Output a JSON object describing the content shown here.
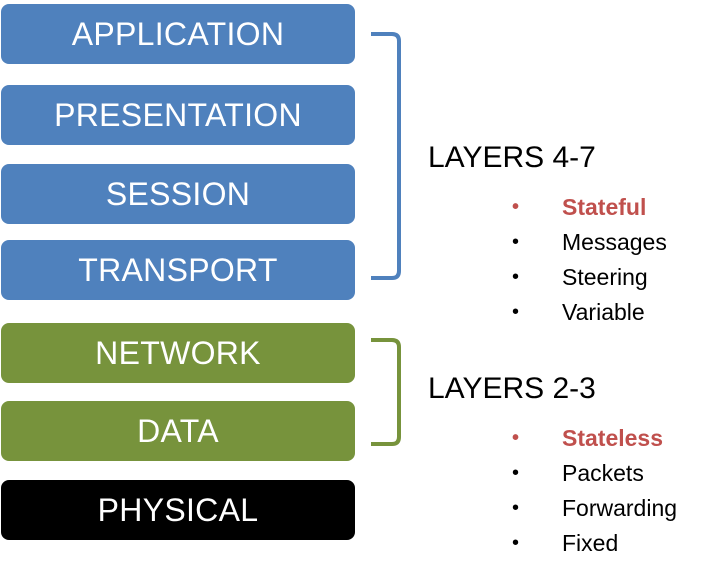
{
  "layers": [
    {
      "label": "APPLICATION",
      "color": "#4f81bd"
    },
    {
      "label": "PRESENTATION",
      "color": "#4f81bd"
    },
    {
      "label": "SESSION",
      "color": "#4f81bd"
    },
    {
      "label": "TRANSPORT",
      "color": "#4f81bd"
    },
    {
      "label": "NETWORK",
      "color": "#77933c"
    },
    {
      "label": "DATA",
      "color": "#77933c"
    },
    {
      "label": "PHYSICAL",
      "color": "#000000"
    }
  ],
  "groups": [
    {
      "heading": "LAYERS 4-7",
      "bracket_color": "#4f81bd",
      "bullets": [
        "Stateful",
        "Messages",
        "Steering",
        "Variable"
      ]
    },
    {
      "heading": "LAYERS 2-3",
      "bracket_color": "#77933c",
      "bullets": [
        "Stateless",
        "Packets",
        "Forwarding",
        "Fixed"
      ]
    }
  ],
  "bullet_glyph": "•",
  "highlight_color": "#c0504d"
}
